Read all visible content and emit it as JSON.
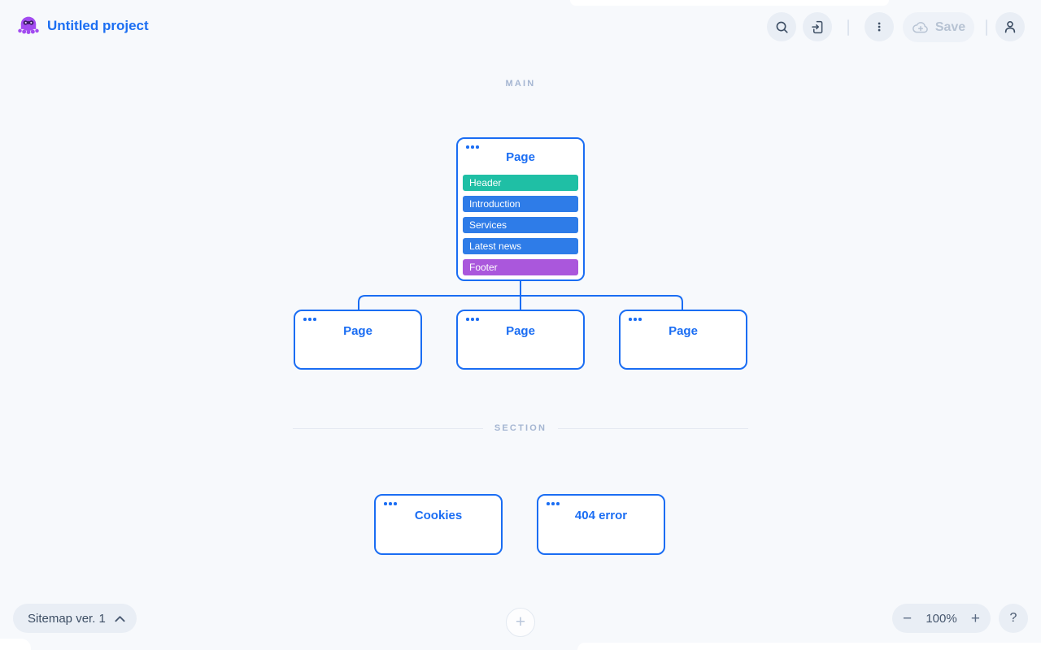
{
  "header": {
    "project_title": "Untitled project",
    "save_label": "Save"
  },
  "canvas": {
    "main_label": "MAIN",
    "section_label": "SECTION",
    "main_page": {
      "title": "Page",
      "blocks": [
        {
          "label": "Header",
          "color": "#1fbfa5"
        },
        {
          "label": "Introduction",
          "color": "#2e7ce8"
        },
        {
          "label": "Services",
          "color": "#2e7ce8"
        },
        {
          "label": "Latest news",
          "color": "#2e7ce8"
        },
        {
          "label": "Footer",
          "color": "#aa57dc"
        }
      ]
    },
    "child_pages": [
      {
        "title": "Page"
      },
      {
        "title": "Page"
      },
      {
        "title": "Page"
      }
    ],
    "section_pages": [
      {
        "title": "Cookies"
      },
      {
        "title": "404 error"
      }
    ]
  },
  "footer": {
    "version_label": "Sitemap ver. 1",
    "zoom_out": "−",
    "zoom_value": "100%",
    "zoom_in": "+",
    "add": "+",
    "help": "?"
  },
  "colors": {
    "primary_blue": "#1a6df3",
    "teal": "#1fbfa5",
    "block_blue": "#2e7ce8",
    "block_purple": "#aa57dc",
    "logo_purple": "#a24bf0",
    "button_bg": "#e9eef5",
    "canvas_bg": "#f7f9fc",
    "muted_label": "#a5b6d2"
  }
}
